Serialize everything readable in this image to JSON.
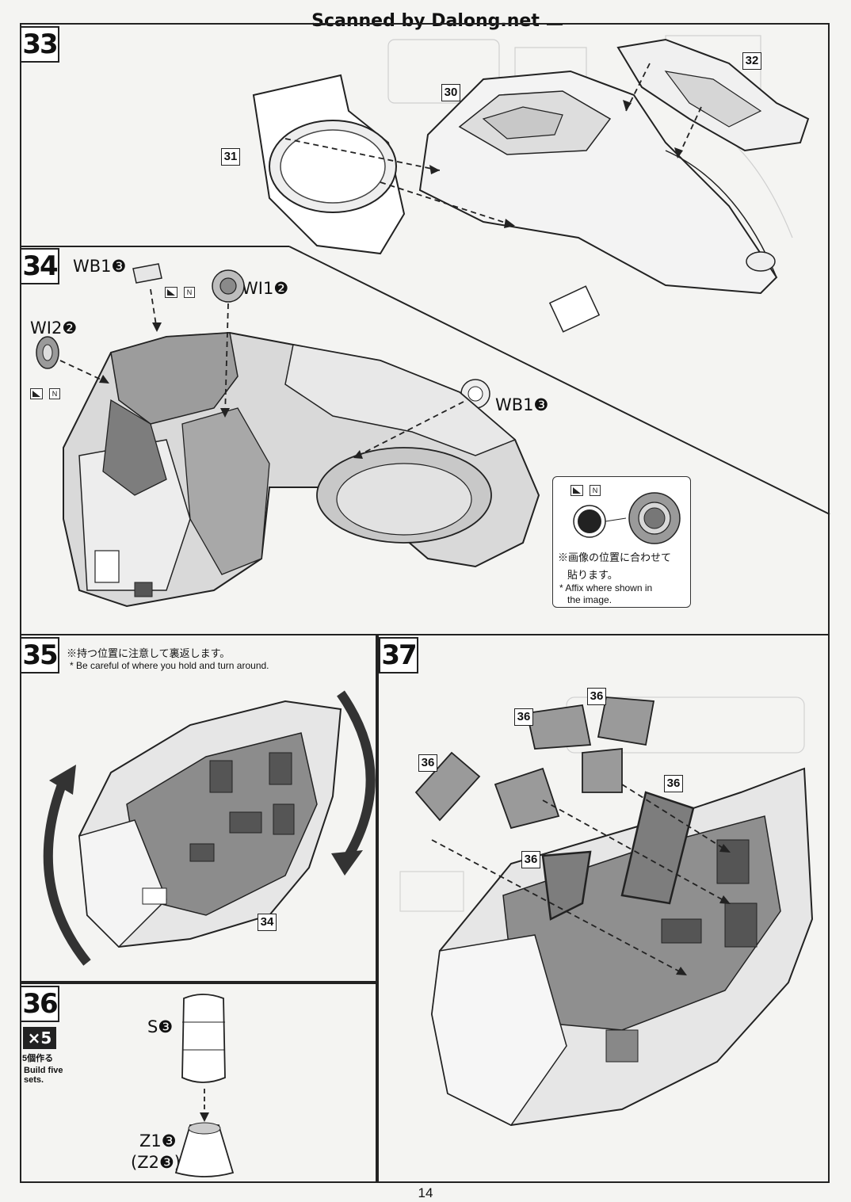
{
  "header": {
    "watermark": "Scanned by Dalong.net"
  },
  "steps": {
    "s33": {
      "number": "33",
      "parts": [
        "30",
        "31",
        "32"
      ]
    },
    "s34": {
      "number": "34",
      "labels": {
        "wb1_top": "WB1❸",
        "wi1": "WI1❷",
        "wi2": "WI2❷",
        "wb1_right": "WB1❸"
      },
      "n_label": "N",
      "note": {
        "ja_line1": "※画像の位置に合わせて",
        "ja_line2": "貼ります。",
        "en_line1": "* Affix where shown in",
        "en_line2": "the image."
      }
    },
    "s35": {
      "number": "35",
      "ja": "※持つ位置に注意して裏返します。",
      "en": "* Be careful of where you hold and turn around.",
      "ref_part": "34"
    },
    "s36": {
      "number": "36",
      "badge": "×5",
      "ja_note": "5個作る",
      "en_line1": "Build five",
      "en_line2": "sets.",
      "labels": {
        "s3": "S❸",
        "z13": "Z1❸",
        "z23": "(Z2❸)"
      }
    },
    "s37": {
      "number": "37",
      "ref_parts": [
        "36",
        "36",
        "36",
        "36",
        "36"
      ]
    }
  },
  "footer": {
    "page_number": "14"
  },
  "icons": {
    "arrow_icon": "dashed-arrow",
    "rotate_icon": "curved-arrow",
    "sticker_icon": "triangle-flag"
  }
}
